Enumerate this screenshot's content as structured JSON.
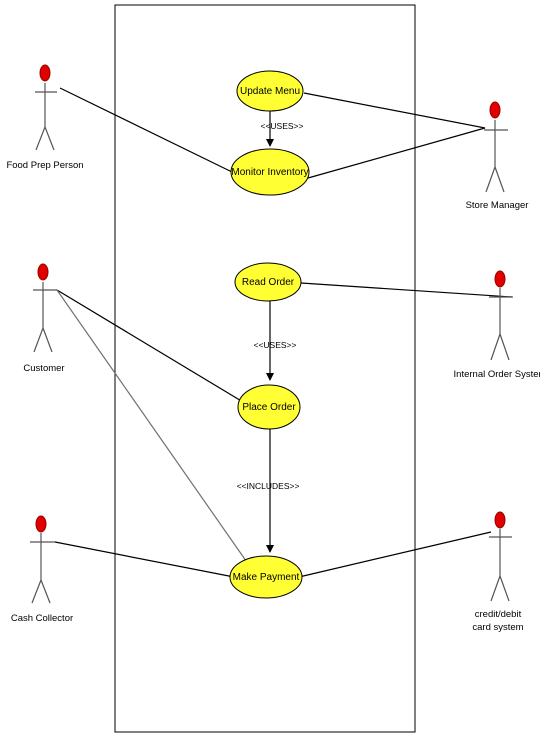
{
  "colors": {
    "background": "#ffffff",
    "boundary_stroke": "#000000",
    "use_case_fill": "#ffff33",
    "use_case_stroke": "#000000",
    "actor_head": "#e00000",
    "actor_body": "#555555",
    "line": "#000000",
    "relation_line": "#707070"
  },
  "use_cases": {
    "update_menu": "Update Menu",
    "monitor_inventory": "Monitor Inventory",
    "read_order": "Read Order",
    "place_order": "Place Order",
    "make_payment": "Make Payment"
  },
  "actors": {
    "food_prep_person": "Food Prep Person",
    "store_manager": "Store Manager",
    "customer": "Customer",
    "internal_order_system": "Internal Order System",
    "cash_collector": "Cash Collector",
    "card_system_line1": "credit/debit",
    "card_system_line2": "card system"
  },
  "relationships": {
    "uses_top": "<<USES>>",
    "uses_middle": "<<USES>>",
    "includes": "<<INCLUDES>>"
  }
}
